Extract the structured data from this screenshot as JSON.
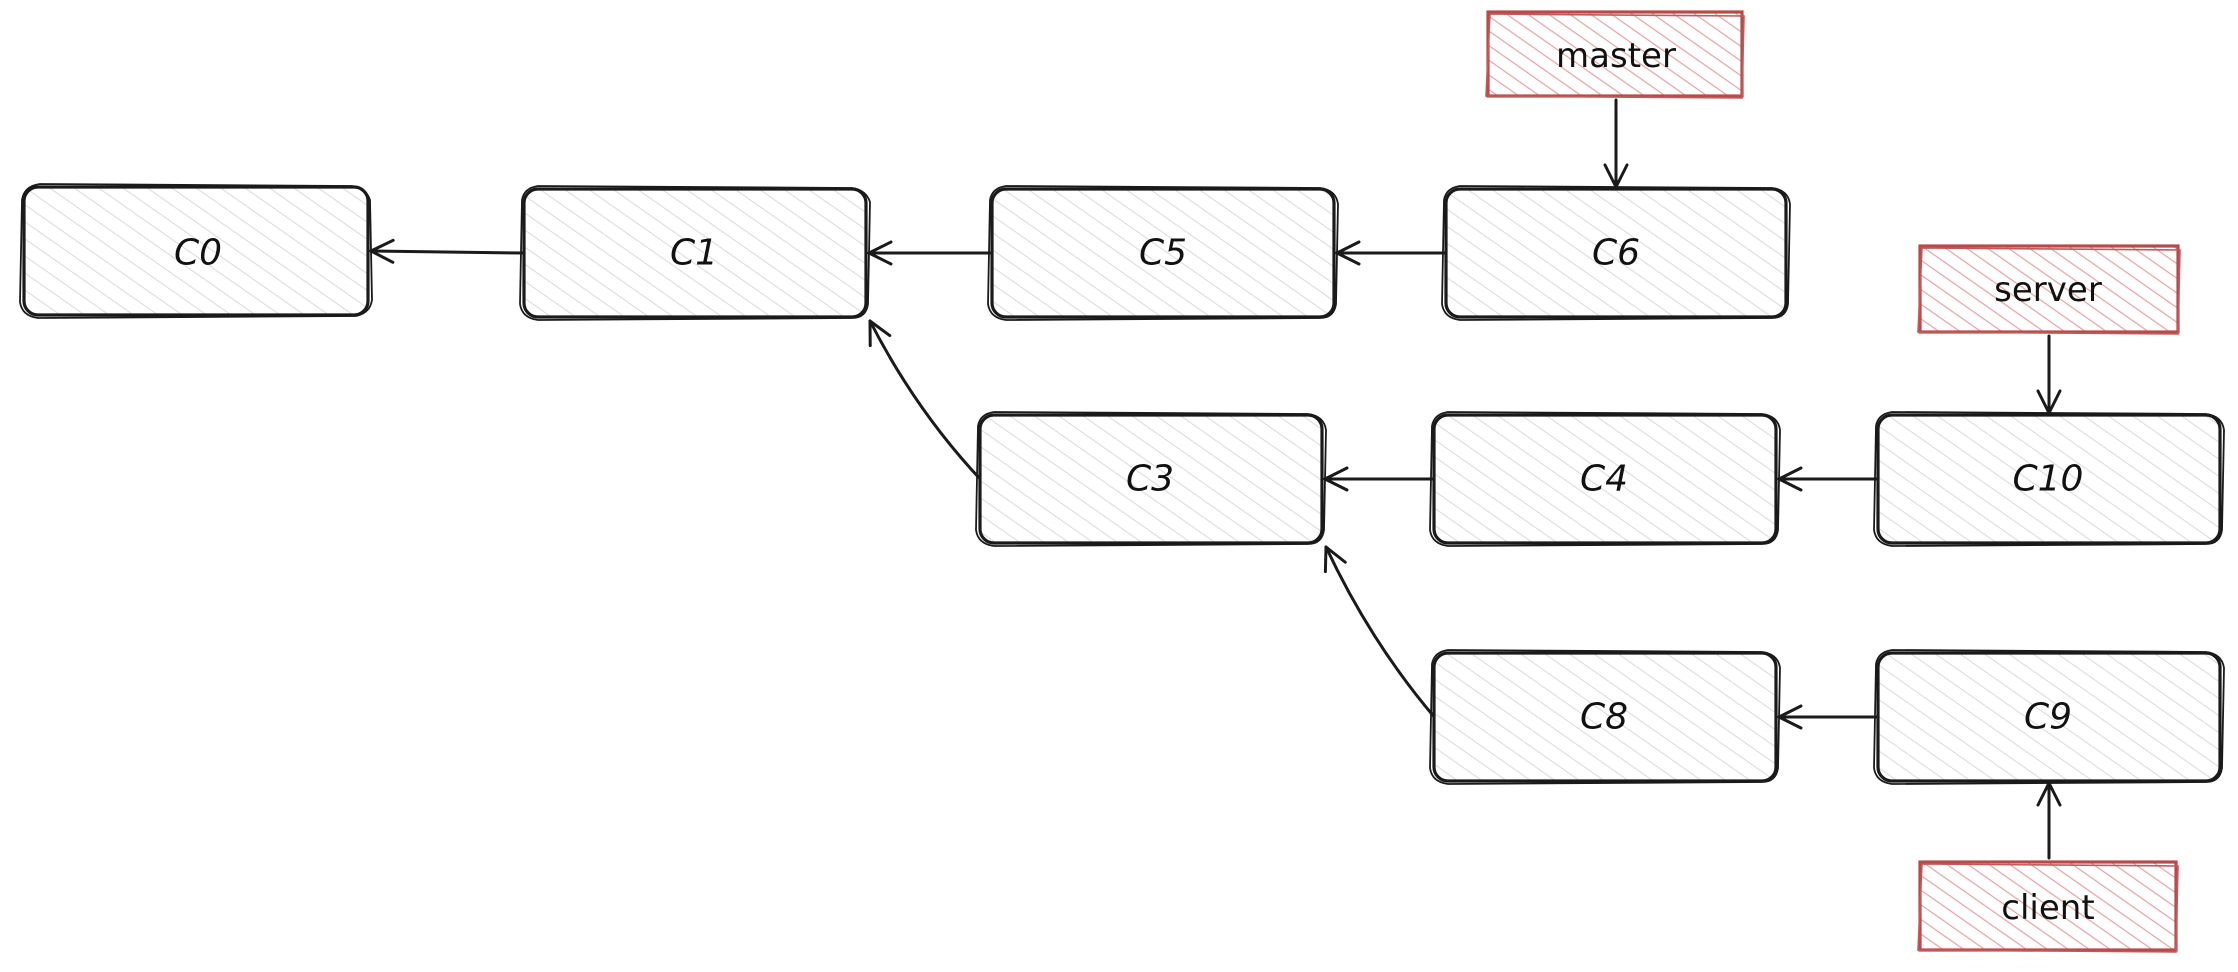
{
  "colors": {
    "commit_stroke": "#1a1a1a",
    "commit_hatch": "#d9d9d9",
    "ref_stroke": "#b84a4a",
    "ref_hatch": "#e8a3a3",
    "background": "#ffffff"
  },
  "commits": [
    {
      "id": "c0",
      "label": "C0"
    },
    {
      "id": "c1",
      "label": "C1"
    },
    {
      "id": "c5",
      "label": "C5"
    },
    {
      "id": "c6",
      "label": "C6"
    },
    {
      "id": "c3",
      "label": "C3"
    },
    {
      "id": "c4",
      "label": "C4"
    },
    {
      "id": "c10",
      "label": "C10"
    },
    {
      "id": "c8",
      "label": "C8"
    },
    {
      "id": "c9",
      "label": "C9"
    }
  ],
  "refs": [
    {
      "id": "master",
      "label": "master",
      "points_to": "c6"
    },
    {
      "id": "server",
      "label": "server",
      "points_to": "c10"
    },
    {
      "id": "client",
      "label": "client",
      "points_to": "c9"
    }
  ],
  "parent_edges": [
    {
      "from": "c1",
      "to": "c0"
    },
    {
      "from": "c5",
      "to": "c1"
    },
    {
      "from": "c6",
      "to": "c5"
    },
    {
      "from": "c3",
      "to": "c1"
    },
    {
      "from": "c4",
      "to": "c3"
    },
    {
      "from": "c10",
      "to": "c4"
    },
    {
      "from": "c8",
      "to": "c3"
    },
    {
      "from": "c9",
      "to": "c8"
    }
  ]
}
